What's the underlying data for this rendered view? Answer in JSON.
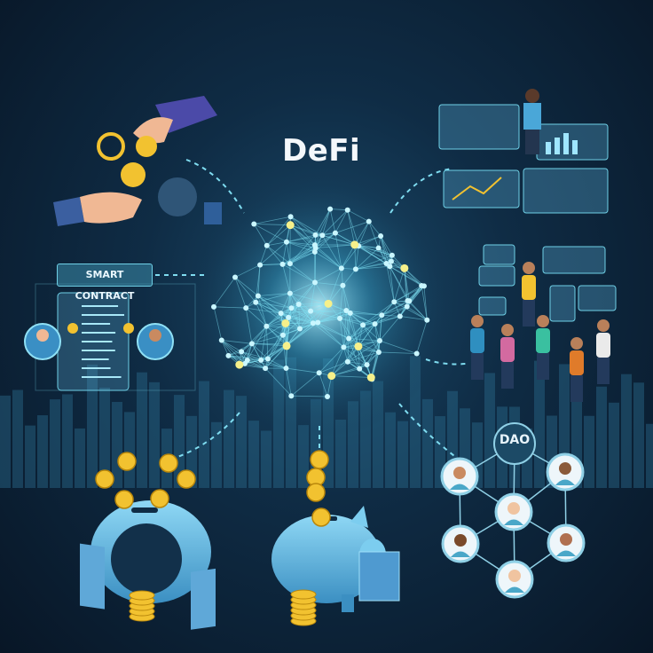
{
  "title": "DeFi",
  "smart_contract_label": "SMART CONTRACT",
  "dao_label": "DAO",
  "colors": {
    "accent": "#6fe6ff",
    "coin": "#f2c230",
    "piggy": "#6cc3ea",
    "background": "#0f2c45"
  }
}
